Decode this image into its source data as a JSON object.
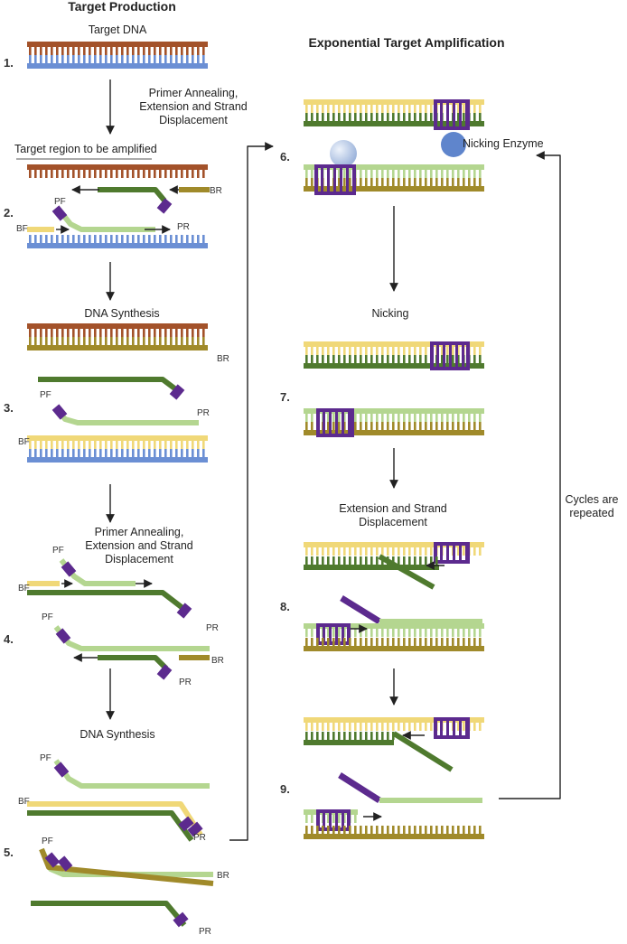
{
  "headings": {
    "target_production": "Target Production",
    "exponential_amplification": "Exponential Target Amplification"
  },
  "labels": {
    "target_dna": "Target DNA",
    "primer_annealing_1": "Primer Annealing,\nExtension and Strand\nDisplacement",
    "target_region": "Target region to be amplified",
    "dna_synthesis_1": "DNA Synthesis",
    "primer_annealing_2": "Primer Annealing,\nExtension and Strand\nDisplacement",
    "dna_synthesis_2": "DNA Synthesis",
    "nicking_enzyme": "Nicking Enzyme",
    "nicking": "Nicking",
    "extension_displacement": "Extension and Strand\nDisplacement",
    "cycles_repeated": "Cycles are\nrepeated"
  },
  "step_numbers": [
    "1.",
    "2.",
    "3.",
    "4.",
    "5.",
    "6.",
    "7.",
    "8.",
    "9."
  ],
  "primer_labels": {
    "pf": "PF",
    "pr": "PR",
    "bf": "BF",
    "br": "BR"
  },
  "colors": {
    "target_top": "#a3522a",
    "target_bottom": "#6b8fd4",
    "yellow": "#f0d878",
    "olive": "#a08a2a",
    "light_green": "#b4d690",
    "dark_green": "#4f7a2e",
    "purple": "#5c2a8e",
    "enzyme_blue": "#5f85cc",
    "arrow": "#222222"
  }
}
